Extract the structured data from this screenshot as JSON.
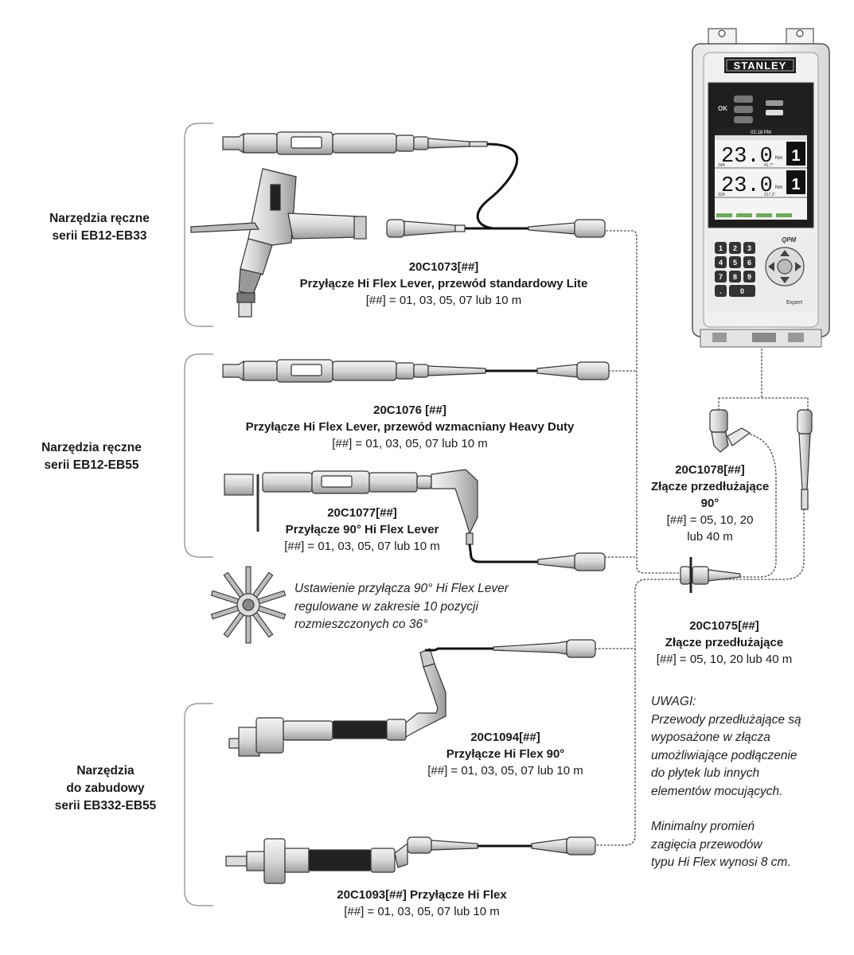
{
  "device": {
    "brand": "STANLEY",
    "ok_label": "OK",
    "time": "02:18 PM",
    "reading1": {
      "value": "23.0",
      "unit": "Nm",
      "sub_left": "34A",
      "sub_right": "41.7°",
      "count": "1"
    },
    "reading2": {
      "value": "23.0",
      "unit": "Nm",
      "sub_left": "92A",
      "sub_right": "217.2°",
      "count": "1"
    },
    "keypad": [
      "1",
      "2",
      "3",
      "4",
      "5",
      "6",
      "7",
      "8",
      "9",
      ".",
      "0"
    ],
    "qpm_logo": "QPM",
    "expert_logo": "Expert"
  },
  "groups": [
    {
      "lines": [
        "Narzędzia ręczne",
        "serii EB12-EB33"
      ]
    },
    {
      "lines": [
        "Narzędzia ręczne",
        "serii EB12-EB55"
      ]
    },
    {
      "lines": [
        "Narzędzia",
        "do zabudowy",
        "serii EB332-EB55"
      ]
    }
  ],
  "parts": {
    "p1073": {
      "code": "20C1073[##]",
      "name": "Przyłącze Hi Flex Lever, przewód standardowy Lite",
      "range": "[##] = 01, 03, 05, 07 lub 10 m"
    },
    "p1076": {
      "code": "20C1076 [##]",
      "name": "Przyłącze Hi Flex Lever, przewód wzmacniany Heavy Duty",
      "range": "[##] = 01, 03, 05, 07 lub 10 m"
    },
    "p1077": {
      "code": "20C1077[##]",
      "name": "Przyłącze 90° Hi Flex Lever",
      "range": "[##] = 01, 03, 05, 07 lub 10 m"
    },
    "p1078": {
      "code": "20C1078[##]",
      "name1": "Złącze przedłużające",
      "name2": "90°",
      "range1": "[##] = 05, 10, 20",
      "range2": "lub 40 m"
    },
    "p1075": {
      "code": "20C1075[##]",
      "name": "Złącze przedłużające",
      "range": "[##] = 05, 10, 20 lub 40 m"
    },
    "p1094": {
      "code": "20C1094[##]",
      "name": "Przyłącze Hi Flex 90°",
      "range": "[##] = 01, 03, 05, 07 lub 10 m"
    },
    "p1093": {
      "title": "20C1093[##] Przyłącze Hi Flex",
      "range": "[##] = 01, 03, 05, 07 lub 10 m"
    }
  },
  "adjust_note": [
    "Ustawienie przyłącza 90° Hi Flex Lever",
    "regulowane w zakresie 10 pozycji",
    "rozmieszczonych co 36°"
  ],
  "notes": {
    "heading": "UWAGI:",
    "lines1": [
      "Przewody przedłużające są",
      "wyposażone w złącza",
      "umożliwiające podłączenie",
      "do płytek lub innych",
      "elementów mocujących."
    ],
    "lines2": [
      "Minimalny promień",
      "zagięcia przewodów",
      "typu Hi Flex wynosi 8 cm."
    ]
  }
}
